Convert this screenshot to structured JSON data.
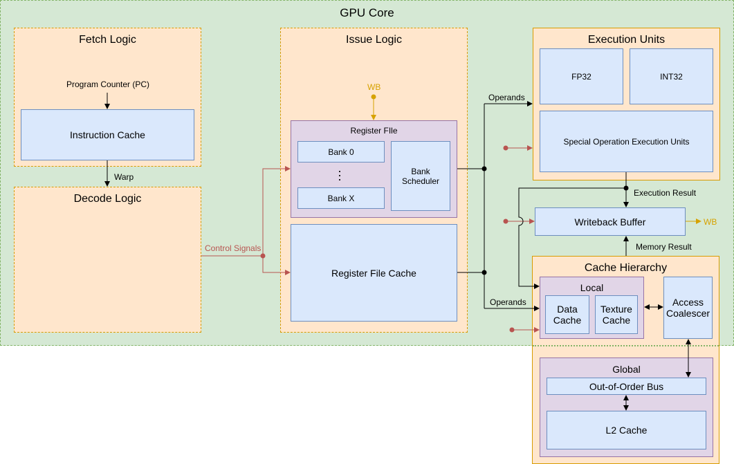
{
  "gpu_core": {
    "title": "GPU Core"
  },
  "fetch": {
    "title": "Fetch Logic",
    "pc_label": "Program Counter (PC)",
    "icache": "Instruction Cache",
    "warp_label": "Warp"
  },
  "decode": {
    "title": "Decode Logic",
    "control_signals": "Control Signals"
  },
  "issue": {
    "title": "Issue Logic",
    "wb_label": "WB",
    "register_file": {
      "title": "Register FIle",
      "bank0": "Bank 0",
      "bankx": "Bank X",
      "scheduler": "Bank\nScheduler"
    },
    "rf_cache": "Register File Cache"
  },
  "execution": {
    "title": "Execution Units",
    "fp32": "FP32",
    "int32": "INT32",
    "special": "Special Operation Execution Units"
  },
  "wires": {
    "operands_top": "Operands",
    "operands_bottom": "Operands",
    "execution_result": "Execution Result",
    "memory_result": "Memory Result",
    "wb_out": "WB"
  },
  "writeback": {
    "label": "Writeback Buffer"
  },
  "cache": {
    "title": "Cache Hierarchy",
    "local": {
      "title": "Local",
      "data_cache": "Data\nCache",
      "texture_cache": "Texture\nCache"
    },
    "coalescer": "Access\nCoalescer",
    "global": {
      "title": "Global",
      "bus": "Out-of-Order Bus",
      "l2": "L2 Cache"
    }
  },
  "colors": {
    "black_wire": "#000000",
    "red_wire": "#b85450",
    "gold_wire": "#d6a200"
  }
}
